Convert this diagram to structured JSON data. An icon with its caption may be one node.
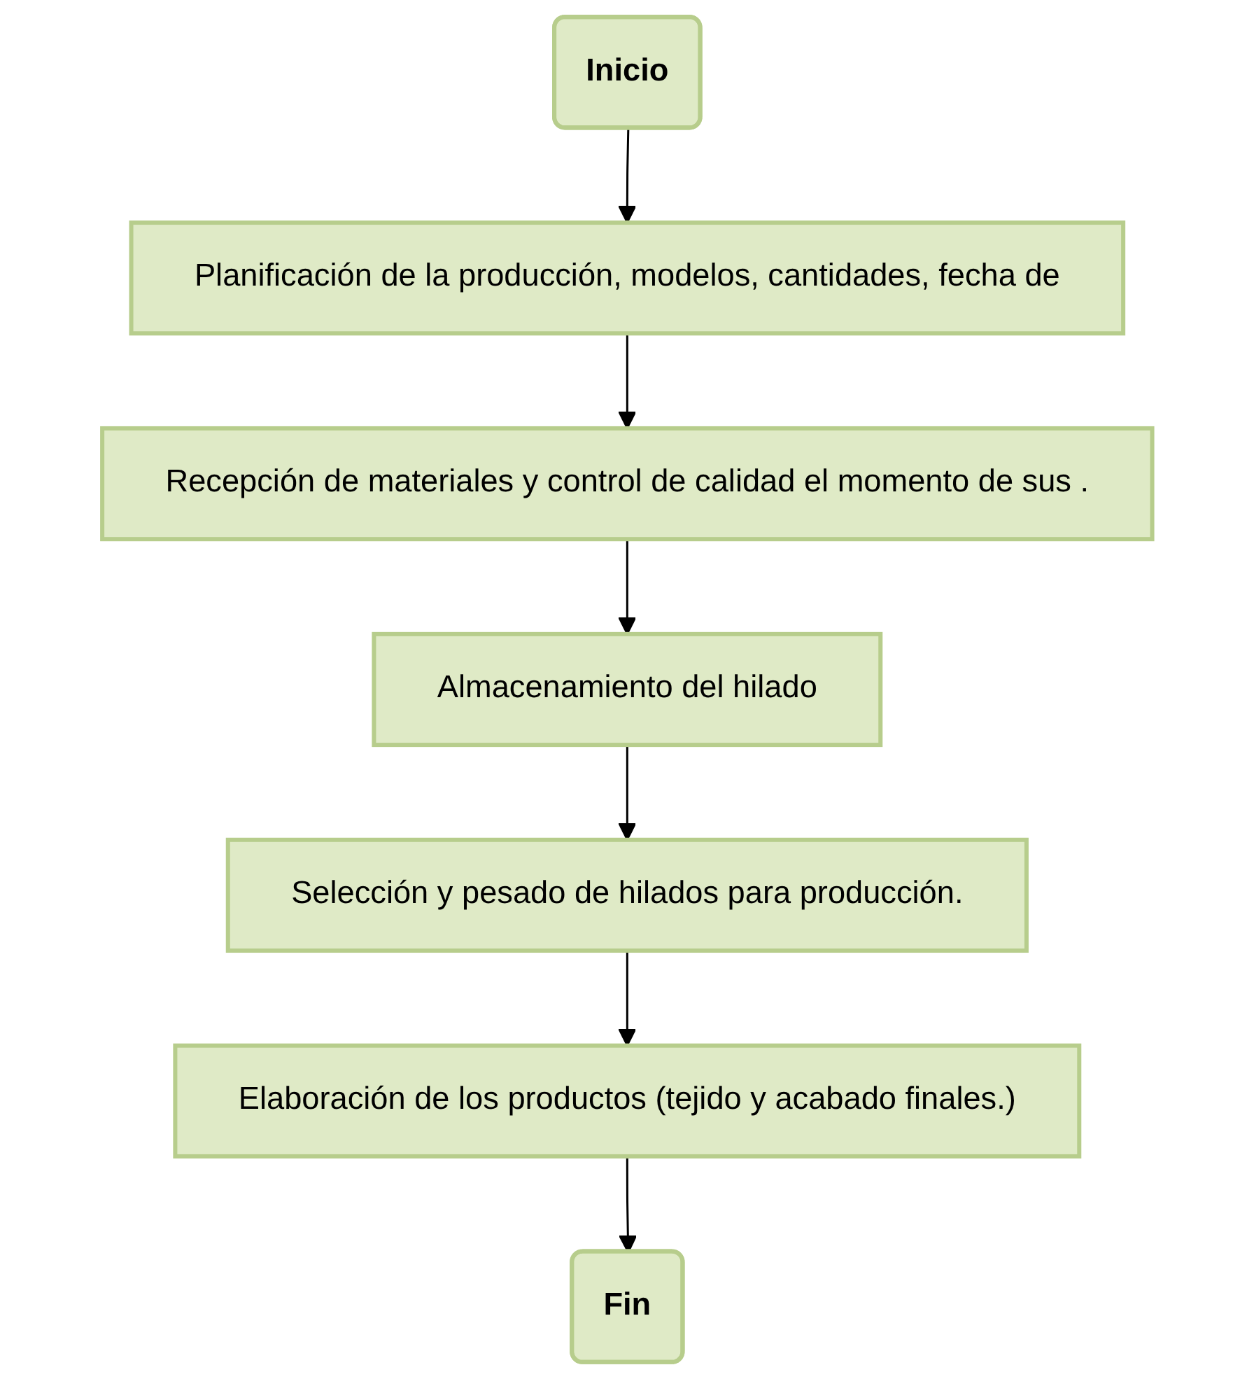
{
  "diagram": {
    "nodes": [
      {
        "text": [
          "Inicio"
        ]
      },
      {
        "text": [
          "Planificación de la producción, modelos, cantidades, fecha de"
        ]
      },
      {
        "text": [
          "Recepción de materiales y control de calidad el momento de sus ."
        ]
      },
      {
        "text": [
          "Almacenamiento del hilado"
        ]
      },
      {
        "text": [
          "Selección y pesado de hilados para producción."
        ]
      },
      {
        "text": [
          "Elaboración de los productos (tejido y acabado finales.)"
        ]
      },
      {
        "text": [
          "Fin"
        ]
      }
    ],
    "edges": [
      {
        "from": 0,
        "to": 1,
        "arrow": "to"
      },
      {
        "from": 1,
        "to": 2,
        "arrow": "to"
      },
      {
        "from": 2,
        "to": 3,
        "arrow": "to"
      },
      {
        "from": 3,
        "to": 4,
        "arrow": "to"
      },
      {
        "from": 4,
        "to": 5,
        "arrow": "to"
      },
      {
        "from": 5,
        "to": 6,
        "arrow": "to"
      }
    ]
  }
}
